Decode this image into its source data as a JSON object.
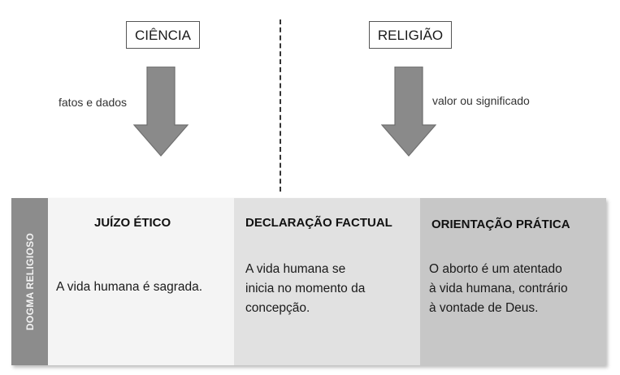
{
  "top": {
    "science_label": "CIÊNCIA",
    "religion_label": "RELIGIÃO",
    "science_arrow_label": "fatos e dados",
    "religion_arrow_label": "valor ou significado"
  },
  "side_label": "DOGMA RELIGIOSO",
  "columns": [
    {
      "title": "JUÍZO ÉTICO",
      "lines": [
        "A vida humana é sagrada."
      ]
    },
    {
      "title": "DECLARAÇÃO FACTUAL",
      "lines": [
        "A vida humana se",
        "inicia no momento da",
        "concepção."
      ]
    },
    {
      "title": "ORIENTAÇÃO PRÁTICA",
      "lines": [
        "O aborto é um atentado",
        "à vida humana, contrário",
        "à vontade de Deus."
      ]
    }
  ],
  "colors": {
    "arrow": "#8a8a8a",
    "side_bar": "#8c8c8c",
    "col1_bg": "#f4f4f4",
    "col2_bg": "#e1e1e1",
    "col3_bg": "#c7c7c7"
  }
}
